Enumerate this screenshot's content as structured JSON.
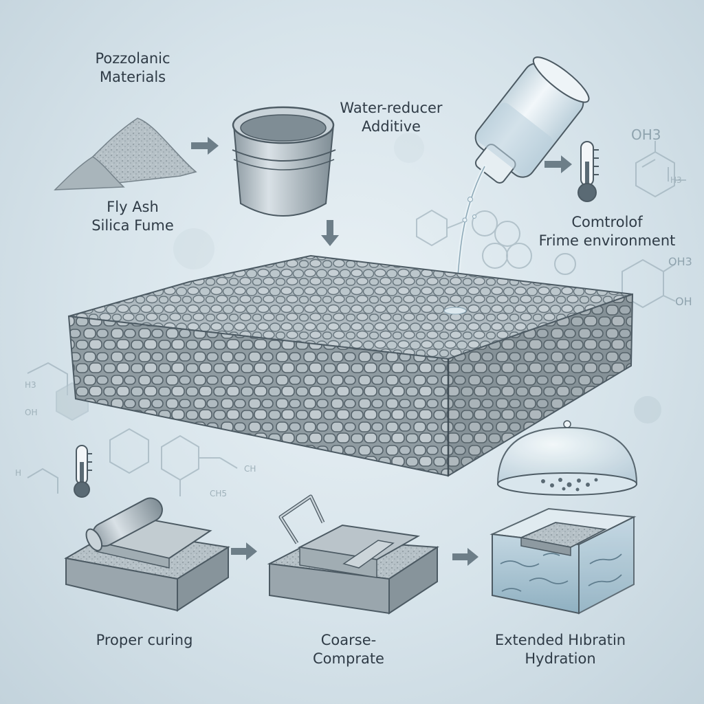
{
  "labels": {
    "pozzolanic": [
      "Pozzolanic",
      "Materials"
    ],
    "fly_ash": [
      "Fly Ash",
      "Silica Fume"
    ],
    "water_reducer": [
      "Water-reducer",
      "Additive"
    ],
    "control": [
      "Comtrolof",
      "Frime environment"
    ],
    "proper_curing": "Proper curing",
    "coarse": [
      "Coarse-",
      "Comprate"
    ],
    "extended": [
      "Extended Hıbratin",
      "Hydration"
    ]
  },
  "chem_labels": {
    "oh3_top": "OH3",
    "h3_top": "H3",
    "oh3_mid": "OH3",
    "oh_mid": "OH",
    "h_left": "H3",
    "oh_left": "OH",
    "ch_low": "CH",
    "ch5_low": "CH5",
    "h_low": "H"
  },
  "colors": {
    "background": "#d6e3ea",
    "concrete": "#b9c4ca",
    "concrete_dark": "#8d9aa1",
    "glass": "#dfeaf0",
    "water": "#a9c4d3",
    "outline": "#4c5a63",
    "arrow": "#6d7e88"
  },
  "icons": [
    "powder-pile-icon",
    "bucket-icon",
    "pouring-bottle-icon",
    "thermometer-icon",
    "glass-dome-icon",
    "roller-icon",
    "compactor-icon",
    "water-tank-icon",
    "arrow-icon"
  ]
}
